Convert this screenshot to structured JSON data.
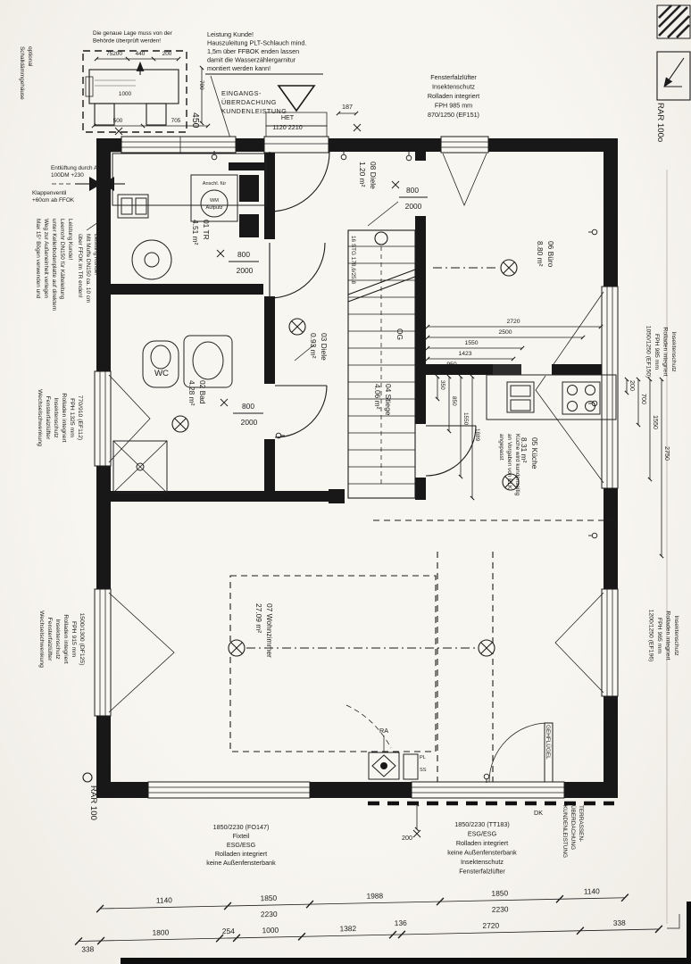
{
  "notes": {
    "site": [
      "Die genaue Lage muss von der",
      "Behörde überprüft werden!"
    ],
    "schall": [
      "optional",
      "Schalldämmgehäuse"
    ],
    "haus": [
      "Leistung Kunde!",
      "Hauszuleitung PLT-Schlauch mind.",
      "1,5m über FFBOK enden lassen",
      "damit die Wasserzählergarnitur",
      "montiert werden kann!"
    ],
    "eingang": [
      "EINGANGS-",
      "ÜBERDACHUNG",
      "KUNDENLEISTUNG"
    ],
    "het": [
      "HET",
      "1120 2210"
    ],
    "entl": [
      "Entlüftung durch AW",
      "100DM +230"
    ],
    "klappe": [
      "Klappenventil",
      "+60cm ab FFOK"
    ],
    "leitung1": [
      "Leistung Kunde!",
      "Leerrohr DN150 für Kälteleitung",
      "unter Kellerbodenplatte auf direktem",
      "Weg zur Außeneinheit verlegen",
      "Max 15° Bögen verwenden und"
    ],
    "leitung2": [
      "Leistung Kunde!",
      "Mit Muffe DN150 ca. 10 cm",
      "über FFOK im TR enden!"
    ],
    "wm": [
      "Anschl. für",
      "WM",
      "Aufputz"
    ],
    "kueche": [
      "Küche wird kundenseitig",
      "an Vorgaben von ELK",
      "angepasst"
    ],
    "terrasse": [
      "TERRASSEN-",
      "ÜBERDACHUNG",
      "KUNDENLEISTUNG"
    ]
  },
  "rooms": {
    "tr": {
      "id": "01 TR",
      "area": "4.51 m²"
    },
    "bad": {
      "id": "02 Bad",
      "area": "4.28 m²"
    },
    "diele3": {
      "id": "03 Diele",
      "area": "0.93 m²"
    },
    "stiege": {
      "id": "04 Stiege",
      "area": "4.06 m²"
    },
    "kueche": {
      "id": "05 Küche",
      "area": "8.31 m²"
    },
    "buero": {
      "id": "06 Büro",
      "area": "8.80 m²"
    },
    "wohnzimmer": {
      "id": "07 Wohnzimmer",
      "area": "27.09 m²"
    },
    "diele8": {
      "id": "08 Diele",
      "area": "1.20 m²"
    },
    "wc": "WC"
  },
  "stairs": {
    "steps": "16 STG 178,6/25,8",
    "target": "OG"
  },
  "windows": {
    "ef151": [
      "Fensterfalzlüfter",
      "Insektenschutz",
      "Rolladen integriert",
      "FPH 985 mm",
      "870/1250 (EF151)"
    ],
    "ef150": [
      "Insektenschutz",
      "Rolladen integriert",
      "FPH 985 mm",
      "1050/1250 (EF150)"
    ],
    "ef196": [
      "Insektenschutz",
      "Rolladen integriert",
      "FPH 965 mm",
      "1200/1250 (EF196)"
    ],
    "ef112": [
      "770/910 (EF112)",
      "FPH 1325 mm",
      "Rolladen integriert",
      "Insektenschutz",
      "Fensterfalzlüfter",
      "Wechselschwenkung"
    ],
    "df125": [
      "1500/1300 (DF125)",
      "FPH 915 mm",
      "Rolladen integriert",
      "Insektenschutz",
      "Fensterfalzlüfter",
      "Wechselschwenkung"
    ],
    "fo147": [
      "1850/2230 (FO147)",
      "Fixteil",
      "ESG/ESG",
      "Rolladen integriert",
      "keine Außenfensterbank"
    ],
    "tt183": [
      "1850/2230 (TT183)",
      "ESG/ESG",
      "Rolladen integriert",
      "keine Außenfensterbank",
      "Insektenschutz",
      "Fensterfalzlüfter"
    ],
    "gehfluegel": "GEHFLÜGEL",
    "dk": "DK"
  },
  "marks": {
    "ra": "RA",
    "pl": "PL",
    "ss": "SS",
    "rar_top": "RAR 100o",
    "rar_bottom": "RAR 100"
  },
  "door": {
    "w": "800",
    "h": "2000"
  },
  "dims": {
    "detail": [
      "75200",
      "440",
      "200",
      "1000",
      "500",
      "705",
      "450",
      "700"
    ],
    "top1000": "1000",
    "steps187": "187",
    "right": [
      "200",
      "700",
      "1550",
      "2750"
    ],
    "buero": [
      "2720",
      "2500",
      "1550",
      "1423",
      "950"
    ],
    "kueche": [
      "350",
      "850",
      "1550",
      "1889"
    ],
    "stub": "200",
    "row1": [
      "1140",
      "1850",
      "1988",
      "1850",
      "1140"
    ],
    "row1b": [
      "2230",
      "2230"
    ],
    "row2": [
      "338",
      "1800",
      "254",
      "1000",
      "1382",
      "136",
      "2720",
      "338"
    ]
  }
}
